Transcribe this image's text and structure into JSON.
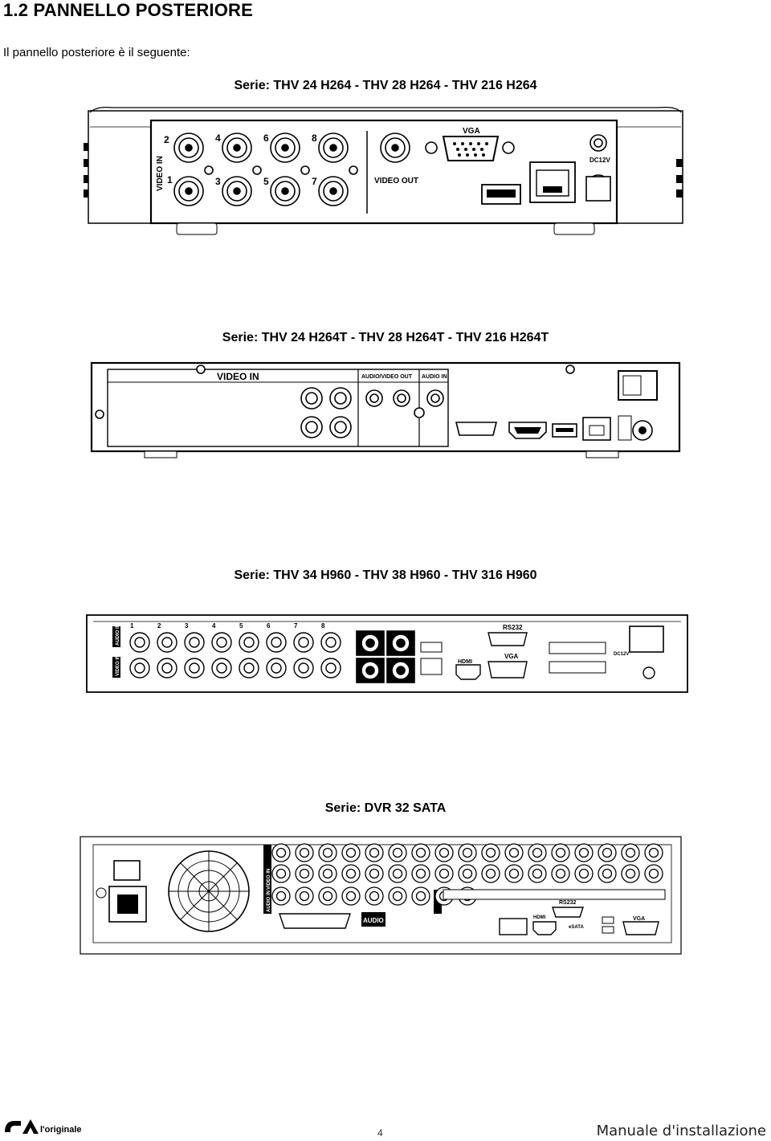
{
  "section": {
    "title": "1.2 PANNELLO POSTERIORE",
    "intro": "Il pannello posteriore è il seguente:"
  },
  "panels": [
    {
      "caption": "Serie: THV 24 H264 - THV 28 H264 - THV 216 H264",
      "labels": {
        "video_in": "VIDEO IN",
        "video_out": "VIDEO OUT",
        "vga": "VGA",
        "dc": "DC12V"
      },
      "channel_numbers": [
        "2",
        "4",
        "6",
        "8",
        "1",
        "3",
        "5",
        "7"
      ]
    },
    {
      "caption": "Serie: THV 24 H264T - THV 28 H264T - THV 216 H264T",
      "labels": {
        "video_in": "VIDEO  IN",
        "av_out": "AUDIO/VIDEO OUT",
        "audio_in": "AUDIO IN"
      }
    },
    {
      "caption": "Serie: THV 34 H960 - THV 38 H960 - THV 316 H960",
      "labels": {
        "audio_in": "AUDIO IN",
        "video_in": "VIDEO IN",
        "rs232": "RS232",
        "vga": "VGA",
        "hdmi": "HDMI",
        "dc": "DC12V"
      },
      "channel_numbers": [
        "1",
        "2",
        "3",
        "4",
        "5",
        "6",
        "7",
        "8"
      ]
    },
    {
      "caption": "Serie: DVR 32 SATA",
      "labels": {
        "audio": "AUDIO",
        "rs232": "RS232",
        "vga": "VGA",
        "hdmi": "HDMI",
        "esata": "eSATA",
        "video_in": "VIDEO IN",
        "audio_in": "AUDIO IN"
      }
    }
  ],
  "footer": {
    "brand": "l'originale",
    "page_number": "4",
    "manual": "Manuale d'installazione"
  }
}
